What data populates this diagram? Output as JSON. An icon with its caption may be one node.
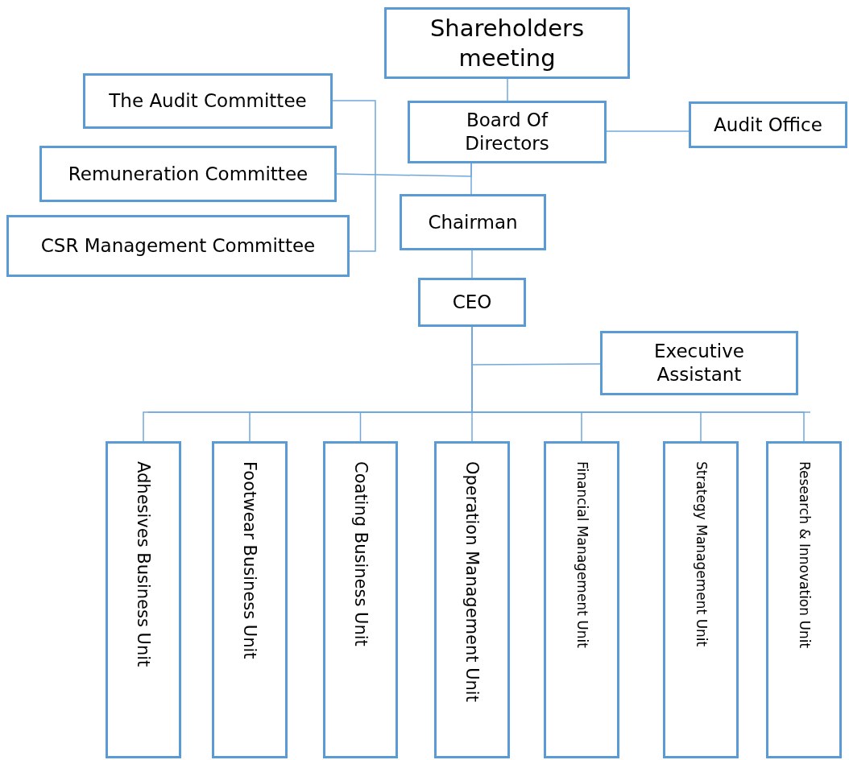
{
  "diagram": {
    "nodes": [
      {
        "text": [
          "Shareholders meeting"
        ]
      },
      {
        "text": [
          "Board Of Directors"
        ]
      },
      {
        "text": [
          "Audit Office"
        ]
      },
      {
        "text": [
          "The Audit Committee"
        ]
      },
      {
        "text": [
          "Remuneration Committee"
        ]
      },
      {
        "text": [
          "CSR Management Committee"
        ]
      },
      {
        "text": [
          "Chairman"
        ]
      },
      {
        "text": [
          "CEO"
        ]
      },
      {
        "text": [
          "Executive Assistant"
        ]
      },
      {
        "text": [
          "Adhesives Business Unit"
        ]
      },
      {
        "text": [
          "Footwear Business Unit"
        ]
      },
      {
        "text": [
          "Coating Business Unit"
        ]
      },
      {
        "text": [
          "Operation Management Unit"
        ]
      },
      {
        "text": [
          "Financial Management Unit"
        ]
      },
      {
        "text": [
          "Strategy Management Unit"
        ]
      },
      {
        "text": [
          "Research & Innovation Unit"
        ]
      }
    ],
    "edges": [
      {
        "from": 0,
        "to": 1,
        "arrow": "none"
      },
      {
        "from": 1,
        "to": 6,
        "arrow": "none"
      },
      {
        "from": 2,
        "to": 1,
        "arrow": "none"
      },
      {
        "from": 4,
        "to": 1,
        "arrow": "none"
      },
      {
        "from": 3,
        "to": 5,
        "arrow": "none"
      },
      {
        "from": 6,
        "to": 7,
        "arrow": "none"
      },
      {
        "from": 7,
        "to": 8,
        "arrow": "none"
      },
      {
        "from": 7,
        "to": 9,
        "arrow": "none"
      },
      {
        "from": 7,
        "to": 10,
        "arrow": "none"
      },
      {
        "from": 7,
        "to": 11,
        "arrow": "none"
      },
      {
        "from": 7,
        "to": 12,
        "arrow": "none"
      },
      {
        "from": 7,
        "to": 13,
        "arrow": "none"
      },
      {
        "from": 7,
        "to": 14,
        "arrow": "none"
      },
      {
        "from": 7,
        "to": 15,
        "arrow": "none"
      }
    ]
  }
}
